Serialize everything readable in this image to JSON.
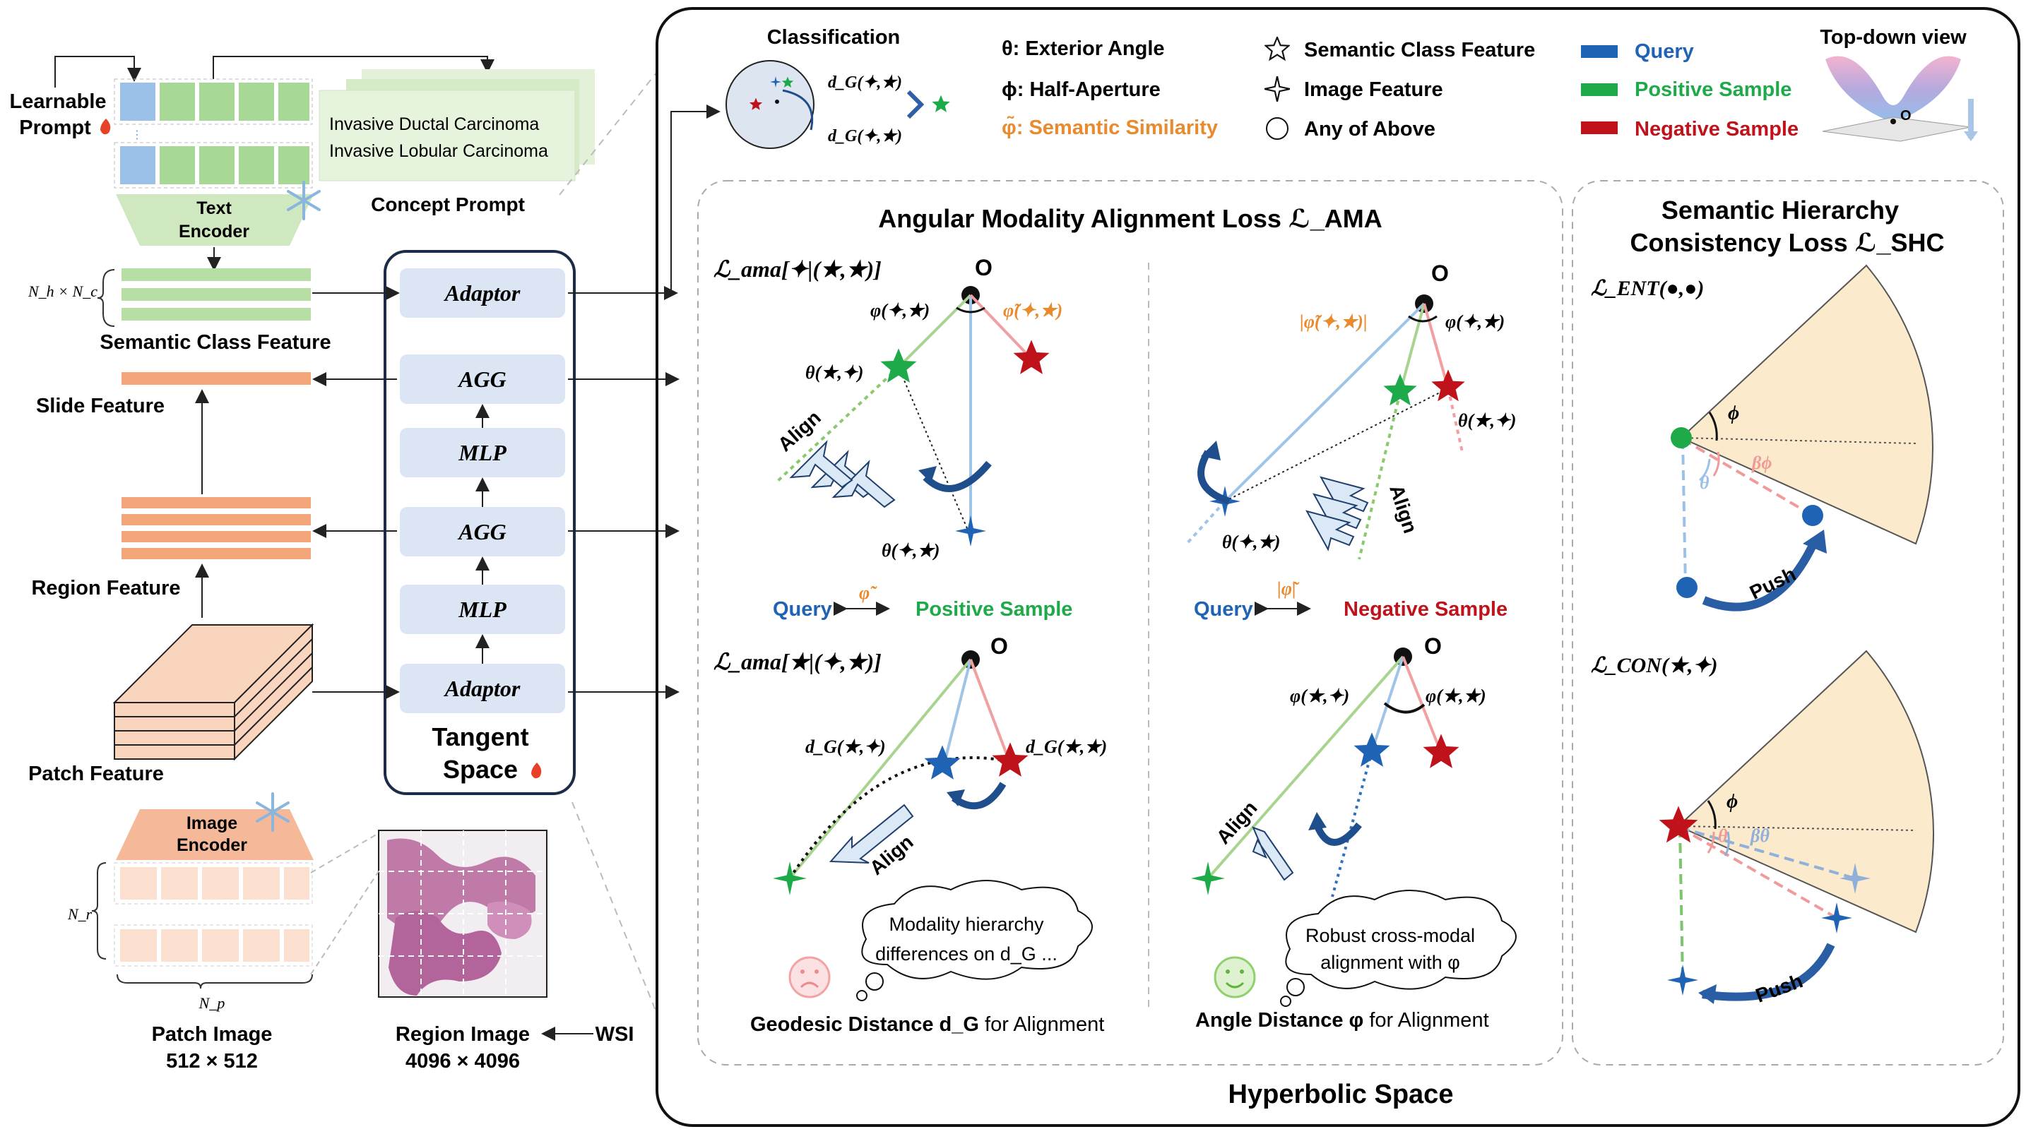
{
  "left": {
    "learnable_prompt_line1": "Learnable",
    "learnable_prompt_line2": "Prompt",
    "concept_prompt_lines": [
      "Invasive Ductal Carcinoma",
      "Invasive Lobular Carcinoma"
    ],
    "concept_prompt_label": "Concept Prompt",
    "text_encoder": "Text Encoder",
    "nh_nc": "N_h × N_c",
    "semantic_class_feature": "Semantic Class Feature",
    "slide_feature": "Slide Feature",
    "region_feature": "Region Feature",
    "patch_feature": "Patch Feature",
    "image_encoder": "Image Encoder",
    "nr": "N_r",
    "np": "N_p",
    "patch_image": "Patch Image",
    "patch_size": "512 × 512",
    "region_image": "Region Image",
    "region_size": "4096 × 4096",
    "wsi": "WSI"
  },
  "tangent": {
    "blocks": [
      "Adaptor",
      "AGG",
      "MLP",
      "AGG",
      "MLP",
      "Adaptor"
    ],
    "title_line1": "Tangent",
    "title_line2": "Space"
  },
  "legend": {
    "classification": "Classification",
    "exterior_angle": "θ: Exterior Angle",
    "half_aperture": "ϕ: Half-Aperture",
    "semantic_similarity": "φ̃: Semantic Similarity",
    "semantic_class_feature": "Semantic Class Feature",
    "image_feature": "Image Feature",
    "any_of_above": "Any of Above",
    "query": "Query",
    "positive_sample": "Positive Sample",
    "negative_sample": "Negative Sample",
    "top_down_view": "Top-down view",
    "origin": "O",
    "d_g_pos": "d_G(✦,★)",
    "d_g_neg": "d_G(✦,★)"
  },
  "ama": {
    "title": "Angular Modality Alignment Loss ℒ_AMA",
    "loss_top": "ℒ_ama[✦|(★,★)]",
    "loss_bottom": "ℒ_ama[★|(✦,★)]",
    "origin": "O",
    "phi_pos": "φ(✦,★)",
    "phi_tilde_pos": "φ̃(✦,★)",
    "theta_star_cross": "θ(★,✦)",
    "theta_cross_star": "θ(✦,★)",
    "phi_tilde_neg": "|φ̃(✦,★)|",
    "phi_neg": "φ(✦,★)",
    "theta_red": "θ(★,✦)",
    "theta_neg_cross": "θ(✦,★)",
    "align": "Align",
    "query": "Query",
    "phi_tilde": "φ̃",
    "abs_phi_tilde": "|φ̃|",
    "positive_sample": "Positive Sample",
    "negative_sample": "Negative Sample",
    "dg_left": "d_G(★,✦)",
    "dg_right": "d_G(★,★)",
    "phi_b_left": "φ(★,✦)",
    "phi_b_right": "φ(★,★)",
    "bubble_left_1": "Modality hierarchy",
    "bubble_left_2": "differences on d_G ...",
    "bubble_right_1": "Robust cross-modal",
    "bubble_right_2": "alignment with φ",
    "caption_left_bold": "Geodesic Distance d_G",
    "caption_left_rest": " for Alignment",
    "caption_right_bold": "Angle Distance φ",
    "caption_right_rest": " for Alignment"
  },
  "shc": {
    "title_line1": "Semantic Hierarchy",
    "title_line2": "Consistency Loss ℒ_SHC",
    "ent": "ℒ_ENT(●,●)",
    "con": "ℒ_CON(★,✦)",
    "phi": "ϕ",
    "beta_phi": "βϕ",
    "theta": "θ",
    "beta_theta": "βθ",
    "push": "Push"
  },
  "hyperbolic_space": "Hyperbolic Space",
  "colors": {
    "query": "#1f63b5",
    "positive": "#1faa4a",
    "negative": "#c0121a",
    "orange": "#e88a2d",
    "block": "#dbe5f3",
    "green_feature": "#b7dfa5",
    "orange_feature": "#f2a67a",
    "cone": "#fbeacb"
  }
}
